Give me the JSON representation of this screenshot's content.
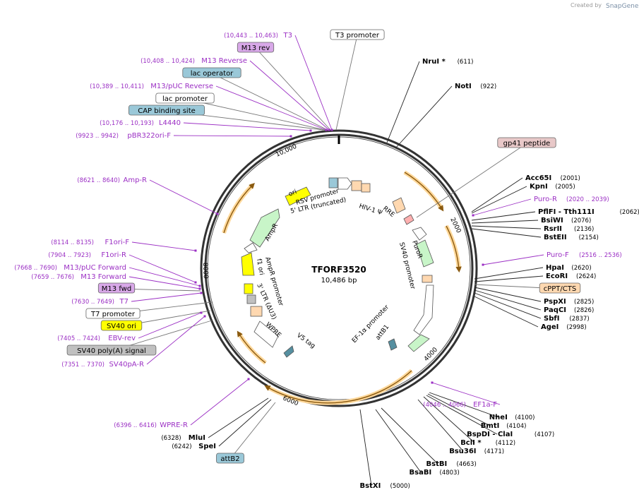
{
  "credit": {
    "prefix": "Created by",
    "brand": "SnapGene"
  },
  "plasmid": {
    "name": "TFORF3520",
    "length": "10,486 bp"
  },
  "ticks": [
    "2000",
    "4000",
    "6000",
    "8000",
    "10,000"
  ],
  "features": {
    "inner": [
      "ori",
      "AmpR",
      "AmpR promoter",
      "f1 ori",
      "3' LTR (ΔU3)",
      "WPRE",
      "V5 tag",
      "RSV promoter",
      "5' LTR (truncated)",
      "HIV-1 Ψ",
      "RRE",
      "PuroR",
      "SV40 promoter",
      "EF-1α promoter",
      "attB1"
    ]
  },
  "labels": [
    {
      "name": "T3",
      "pos": "(10,443 .. 10,463)"
    },
    {
      "name": "T3 promoter",
      "pos": ""
    },
    {
      "name": "M13 rev",
      "pos": ""
    },
    {
      "name": "M13 Reverse",
      "pos": "(10,408 .. 10,424)"
    },
    {
      "name": "lac operator",
      "pos": ""
    },
    {
      "name": "M13/pUC Reverse",
      "pos": "(10,389 .. 10,411)"
    },
    {
      "name": "lac promoter",
      "pos": ""
    },
    {
      "name": "CAP binding site",
      "pos": ""
    },
    {
      "name": "L4440",
      "pos": "(10,176 .. 10,193)"
    },
    {
      "name": "pBR322ori-F",
      "pos": "(9923 .. 9942)"
    },
    {
      "name": "Amp-R",
      "pos": "(8621 .. 8640)"
    },
    {
      "name": "F1ori-F",
      "pos": "(8114 .. 8135)"
    },
    {
      "name": "F1ori-R",
      "pos": "(7904 .. 7923)"
    },
    {
      "name": "M13/pUC Forward",
      "pos": "(7668 .. 7690)"
    },
    {
      "name": "M13 Forward",
      "pos": "(7659 .. 7676)"
    },
    {
      "name": "M13 fwd",
      "pos": ""
    },
    {
      "name": "T7",
      "pos": "(7630 .. 7649)"
    },
    {
      "name": "T7 promoter",
      "pos": ""
    },
    {
      "name": "SV40 ori",
      "pos": ""
    },
    {
      "name": "EBV-rev",
      "pos": "(7405 .. 7424)"
    },
    {
      "name": "SV40 poly(A) signal",
      "pos": ""
    },
    {
      "name": "SV40pA-R",
      "pos": "(7351 .. 7370)"
    },
    {
      "name": "WPRE-R",
      "pos": "(6396 .. 6416)"
    },
    {
      "name": "MluI",
      "pos": "(6328)"
    },
    {
      "name": "SpeI",
      "pos": "(6242)"
    },
    {
      "name": "attB2",
      "pos": ""
    },
    {
      "name": "BstXI",
      "pos": "(5000)"
    },
    {
      "name": "BsaBI",
      "pos": "(4803)"
    },
    {
      "name": "BstBI",
      "pos": "(4663)"
    },
    {
      "name": "Bsu36I",
      "pos": "(4171)"
    },
    {
      "name": "BclI *",
      "pos": "(4112)"
    },
    {
      "name": "BspDI  - ClaI",
      "pos": "(4107)"
    },
    {
      "name": "BmtI",
      "pos": "(4104)"
    },
    {
      "name": "NheI",
      "pos": "(4100)"
    },
    {
      "name": "EF1a-F",
      "pos": "(4046 .. 4066)"
    },
    {
      "name": "AgeI",
      "pos": "(2998)"
    },
    {
      "name": "SbfI",
      "pos": "(2837)"
    },
    {
      "name": "PaqCI",
      "pos": "(2826)"
    },
    {
      "name": "PspXI",
      "pos": "(2825)"
    },
    {
      "name": "cPPT/CTS",
      "pos": ""
    },
    {
      "name": "EcoRI",
      "pos": "(2624)"
    },
    {
      "name": "HpaI",
      "pos": "(2620)"
    },
    {
      "name": "Puro-F",
      "pos": "(2516 .. 2536)"
    },
    {
      "name": "BstEII",
      "pos": "(2154)"
    },
    {
      "name": "RsrII",
      "pos": "(2136)"
    },
    {
      "name": "BsiWI",
      "pos": "(2076)"
    },
    {
      "name": "PflFI  - Tth111I",
      "pos": "(2062)"
    },
    {
      "name": "Puro-R",
      "pos": "(2020 .. 2039)"
    },
    {
      "name": "KpnI",
      "pos": "(2005)"
    },
    {
      "name": "Acc65I",
      "pos": "(2001)"
    },
    {
      "name": "gp41 peptide",
      "pos": ""
    },
    {
      "name": "NotI",
      "pos": "(922)"
    },
    {
      "name": "NruI *",
      "pos": "(611)"
    }
  ],
  "colors": {
    "primer": "#9b2fc4",
    "enzyme": "#000000",
    "backbone": "#333333",
    "gene_green": "#c8f5c8",
    "yellow": "#ffff00",
    "peach": "#ffd8b0",
    "lac": "#9ac8d8",
    "m13": "#d8a8e8",
    "gray": "#c0c0c0",
    "orf_arrow": "#b8862b"
  }
}
